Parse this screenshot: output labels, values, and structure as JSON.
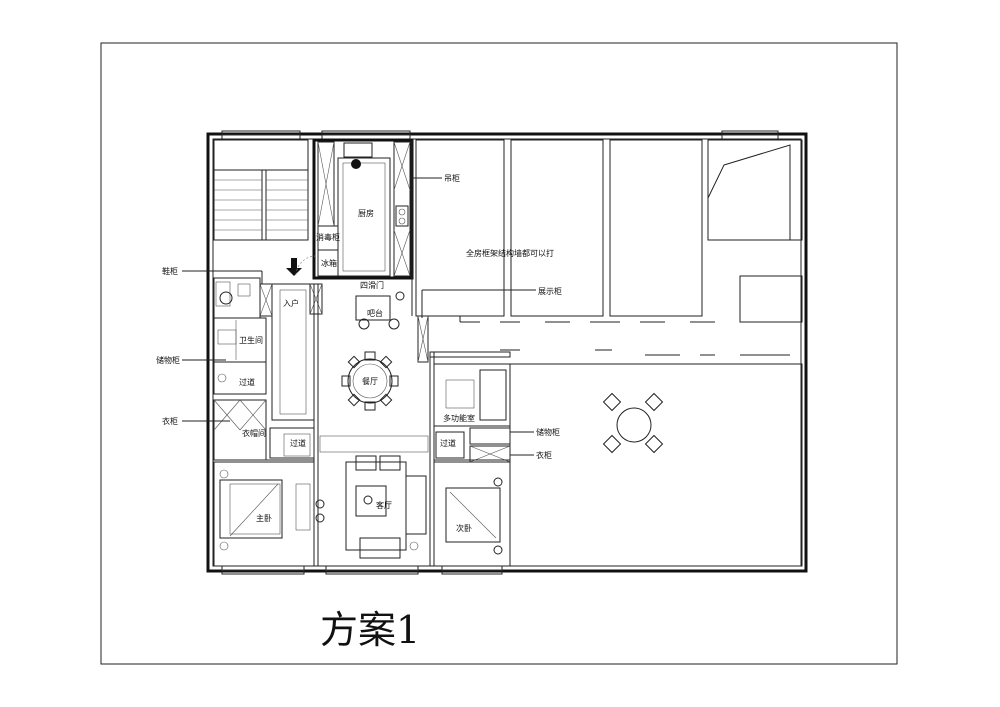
{
  "title": "方案1",
  "rooms": {
    "kitchen": "厨房",
    "disinfect": "消毒柜",
    "fridge": "冰箱",
    "four_slide_door": "四滑门",
    "bar": "吧台",
    "entrance": "入户",
    "bathroom": "卫生间",
    "passage_left": "过道",
    "cloakroom": "衣帽间",
    "passage_mid": "过道",
    "dining": "餐厅",
    "multi_room": "多功能室",
    "passage_right": "过道",
    "living": "客厅",
    "master_bed": "主卧",
    "second_bed": "次卧"
  },
  "callouts": {
    "shoe_cabinet": "鞋柜",
    "storage_left": "储物柜",
    "wardrobe_left": "衣柜",
    "hanging_cabinet": "吊柜",
    "display_cabinet": "展示柜",
    "storage_right": "储物柜",
    "wardrobe_right": "衣柜",
    "note": "全房框架结构墙都可以打"
  }
}
